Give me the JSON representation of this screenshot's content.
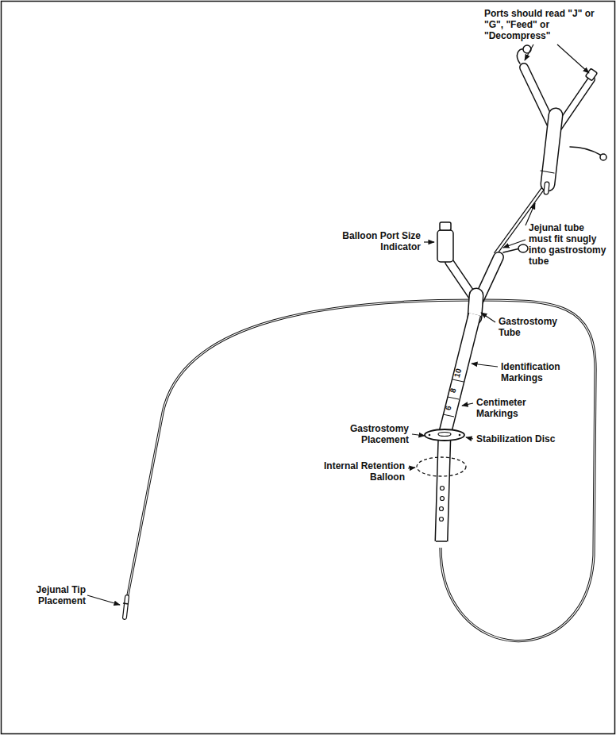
{
  "diagram": {
    "labels": [
      "Ports should read \"J\" or \"G\", \"Feed\" or \"Decompress\"",
      "Balloon Port Size Indicator",
      "Jejunal tube must fit snugly into gastrostomy tube",
      "Gastrostomy Tube",
      "Identification Markings",
      "Centimeter Markings",
      "Gastrostomy Placement",
      "Stabilization Disc",
      "Internal Retention Balloon",
      "Jejunal Tip Placement",
      "10",
      "8",
      "6"
    ]
  }
}
